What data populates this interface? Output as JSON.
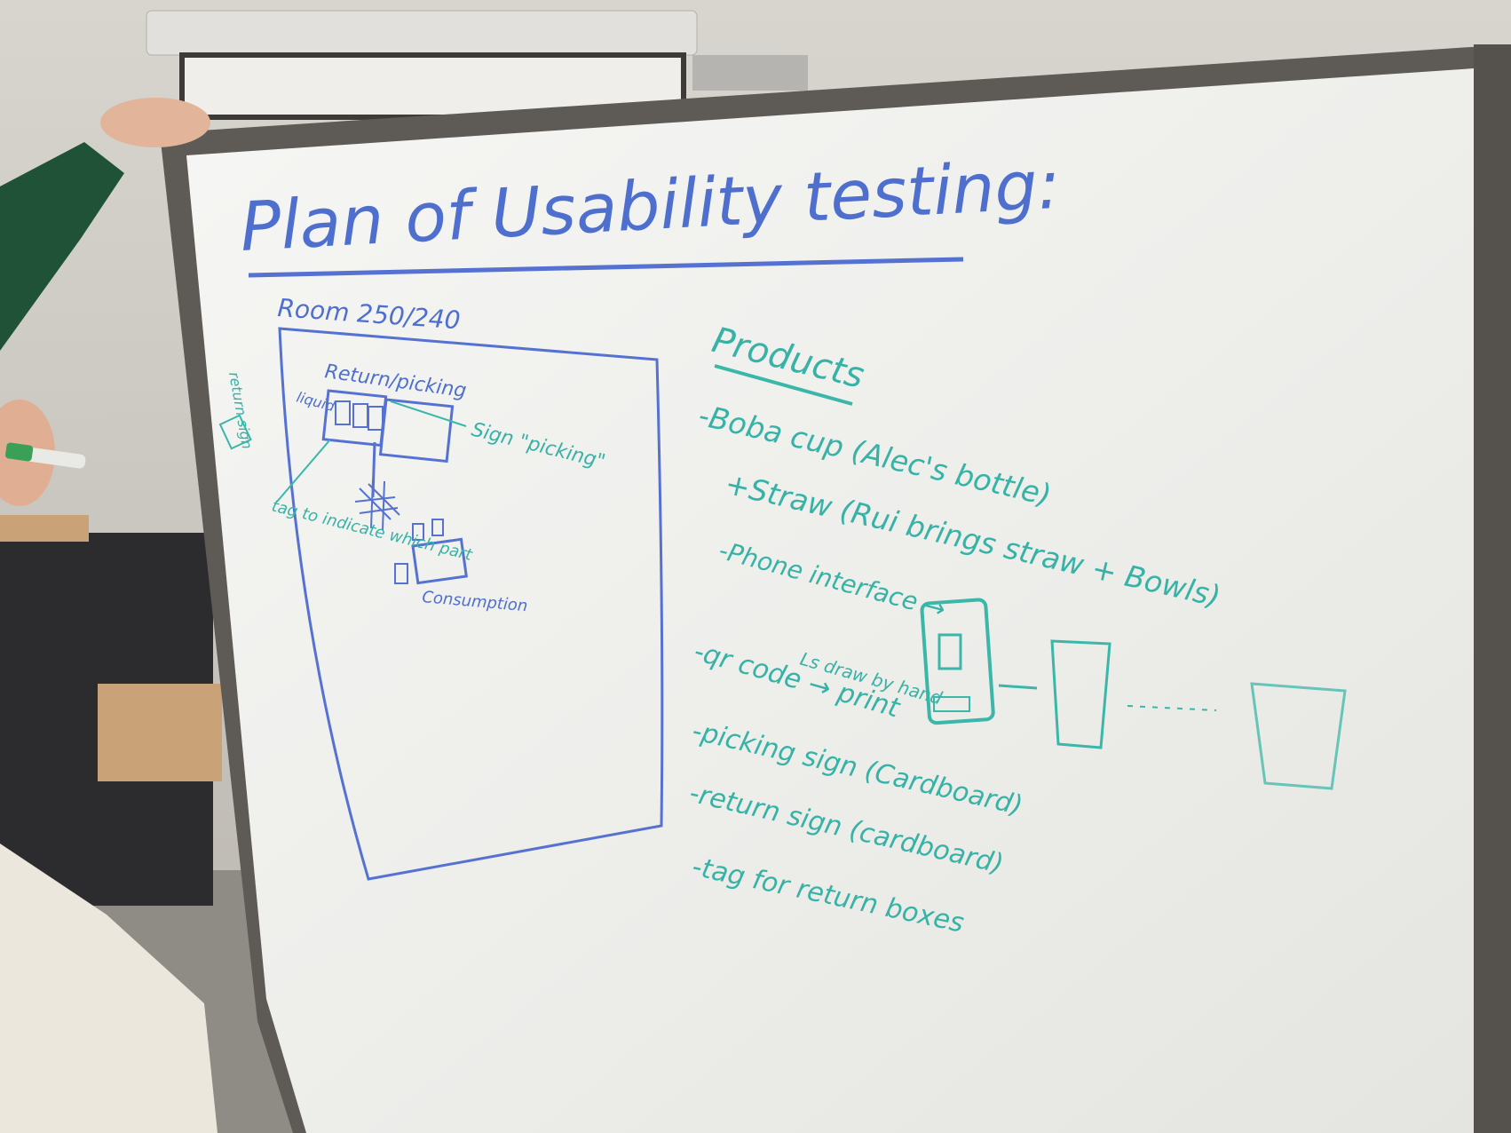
{
  "board": {
    "title": "Plan of Usability testing:",
    "room": {
      "label": "Room 250/240",
      "return_picking": "Return/picking",
      "liquid": "liquid",
      "sign_picking": "Sign \"picking\"",
      "return_sign": "return sign",
      "tag_note": "tag to indicate which part",
      "consumption": "Consumption"
    },
    "products": {
      "heading": "Products",
      "items": [
        "-Boba cup (Alec's bottle)",
        "+Straw (Rui brings straw + Bowls)",
        "-Phone interface →",
        "-qr code → print",
        "-picking sign (Cardboard)",
        "-return sign (cardboard)",
        "-tag for return boxes"
      ],
      "draw_note": "Ls draw by hand"
    }
  },
  "colors": {
    "marker_blue": "#4f6fcf",
    "marker_teal": "#36b3a6",
    "board_white": "#f4f4f1",
    "frame_gray": "#5e5b57",
    "wall": "#d9d6d0",
    "sweater_green": "#1f5236",
    "pants_cream": "#ece7dc",
    "desk_wood": "#c9a277"
  }
}
